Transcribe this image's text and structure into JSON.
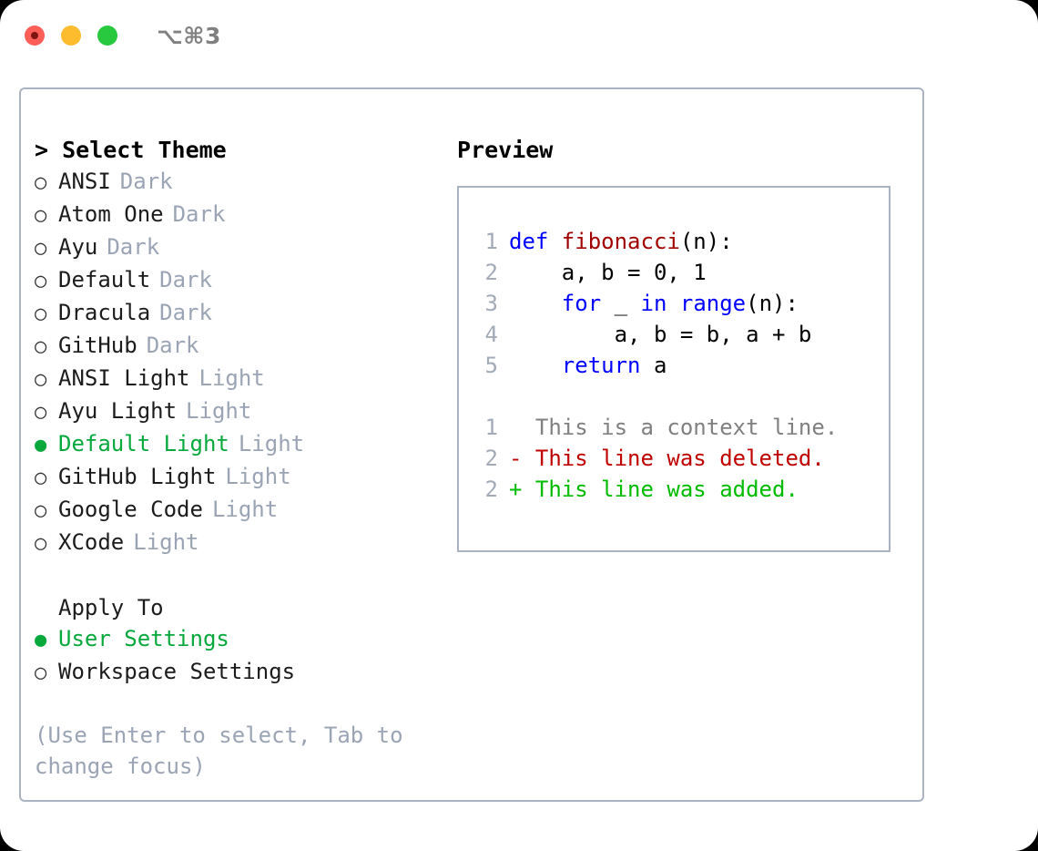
{
  "window": {
    "traffic_lights": [
      "close",
      "minimize",
      "maximize"
    ],
    "shortcut_hint": "⌥⌘3"
  },
  "left_pane": {
    "heading": "> Select Theme",
    "themes": [
      {
        "marker": "○",
        "name": "ANSI",
        "category": "Dark",
        "selected": false
      },
      {
        "marker": "○",
        "name": "Atom One",
        "category": "Dark",
        "selected": false
      },
      {
        "marker": "○",
        "name": "Ayu",
        "category": "Dark",
        "selected": false
      },
      {
        "marker": "○",
        "name": "Default",
        "category": "Dark",
        "selected": false
      },
      {
        "marker": "○",
        "name": "Dracula",
        "category": "Dark",
        "selected": false
      },
      {
        "marker": "○",
        "name": "GitHub",
        "category": "Dark",
        "selected": false
      },
      {
        "marker": "○",
        "name": "ANSI Light",
        "category": "Light",
        "selected": false
      },
      {
        "marker": "○",
        "name": "Ayu Light",
        "category": "Light",
        "selected": false
      },
      {
        "marker": "●",
        "name": "Default Light",
        "category": "Light",
        "selected": true
      },
      {
        "marker": "○",
        "name": "GitHub Light",
        "category": "Light",
        "selected": false
      },
      {
        "marker": "○",
        "name": "Google Code",
        "category": "Light",
        "selected": false
      },
      {
        "marker": "○",
        "name": "XCode",
        "category": "Light",
        "selected": false
      }
    ],
    "apply_to": {
      "heading": "Apply To",
      "options": [
        {
          "marker": "●",
          "label": "User Settings",
          "selected": true
        },
        {
          "marker": "○",
          "label": "Workspace Settings",
          "selected": false
        }
      ]
    },
    "hint": "(Use Enter to select, Tab to change focus)"
  },
  "right_pane": {
    "title": "Preview",
    "code_lines": [
      {
        "num": "1",
        "tokens": [
          {
            "text": "def ",
            "kind": "kw"
          },
          {
            "text": "fibonacci",
            "kind": "fn"
          },
          {
            "text": "(n):",
            "kind": "plain"
          }
        ]
      },
      {
        "num": "2",
        "tokens": [
          {
            "text": "    a, b = 0, 1",
            "kind": "plain"
          }
        ]
      },
      {
        "num": "3",
        "tokens": [
          {
            "text": "    ",
            "kind": "plain"
          },
          {
            "text": "for",
            "kind": "kw"
          },
          {
            "text": " _ ",
            "kind": "plain"
          },
          {
            "text": "in",
            "kind": "kw"
          },
          {
            "text": " ",
            "kind": "plain"
          },
          {
            "text": "range",
            "kind": "kw"
          },
          {
            "text": "(n):",
            "kind": "plain"
          }
        ]
      },
      {
        "num": "4",
        "tokens": [
          {
            "text": "        a, b = b, a + b",
            "kind": "plain"
          }
        ]
      },
      {
        "num": "5",
        "tokens": [
          {
            "text": "    ",
            "kind": "plain"
          },
          {
            "text": "return",
            "kind": "kw"
          },
          {
            "text": " a",
            "kind": "plain"
          }
        ]
      }
    ],
    "diff_lines": [
      {
        "num": "1",
        "sign": " ",
        "text": "This is a context line.",
        "kind": "context"
      },
      {
        "num": "2",
        "sign": "-",
        "text": "This line was deleted.",
        "kind": "del"
      },
      {
        "num": "2",
        "sign": "+",
        "text": "This line was added.",
        "kind": "add"
      }
    ]
  },
  "colors": {
    "accent_green": "#07a83c",
    "muted": "#9aa4b4",
    "border": "#aab3c2",
    "keyword": "#0000ff",
    "function": "#a00000",
    "diff_deleted": "#c00000",
    "diff_added": "#00bb00",
    "line_number": "#a3abb8"
  }
}
